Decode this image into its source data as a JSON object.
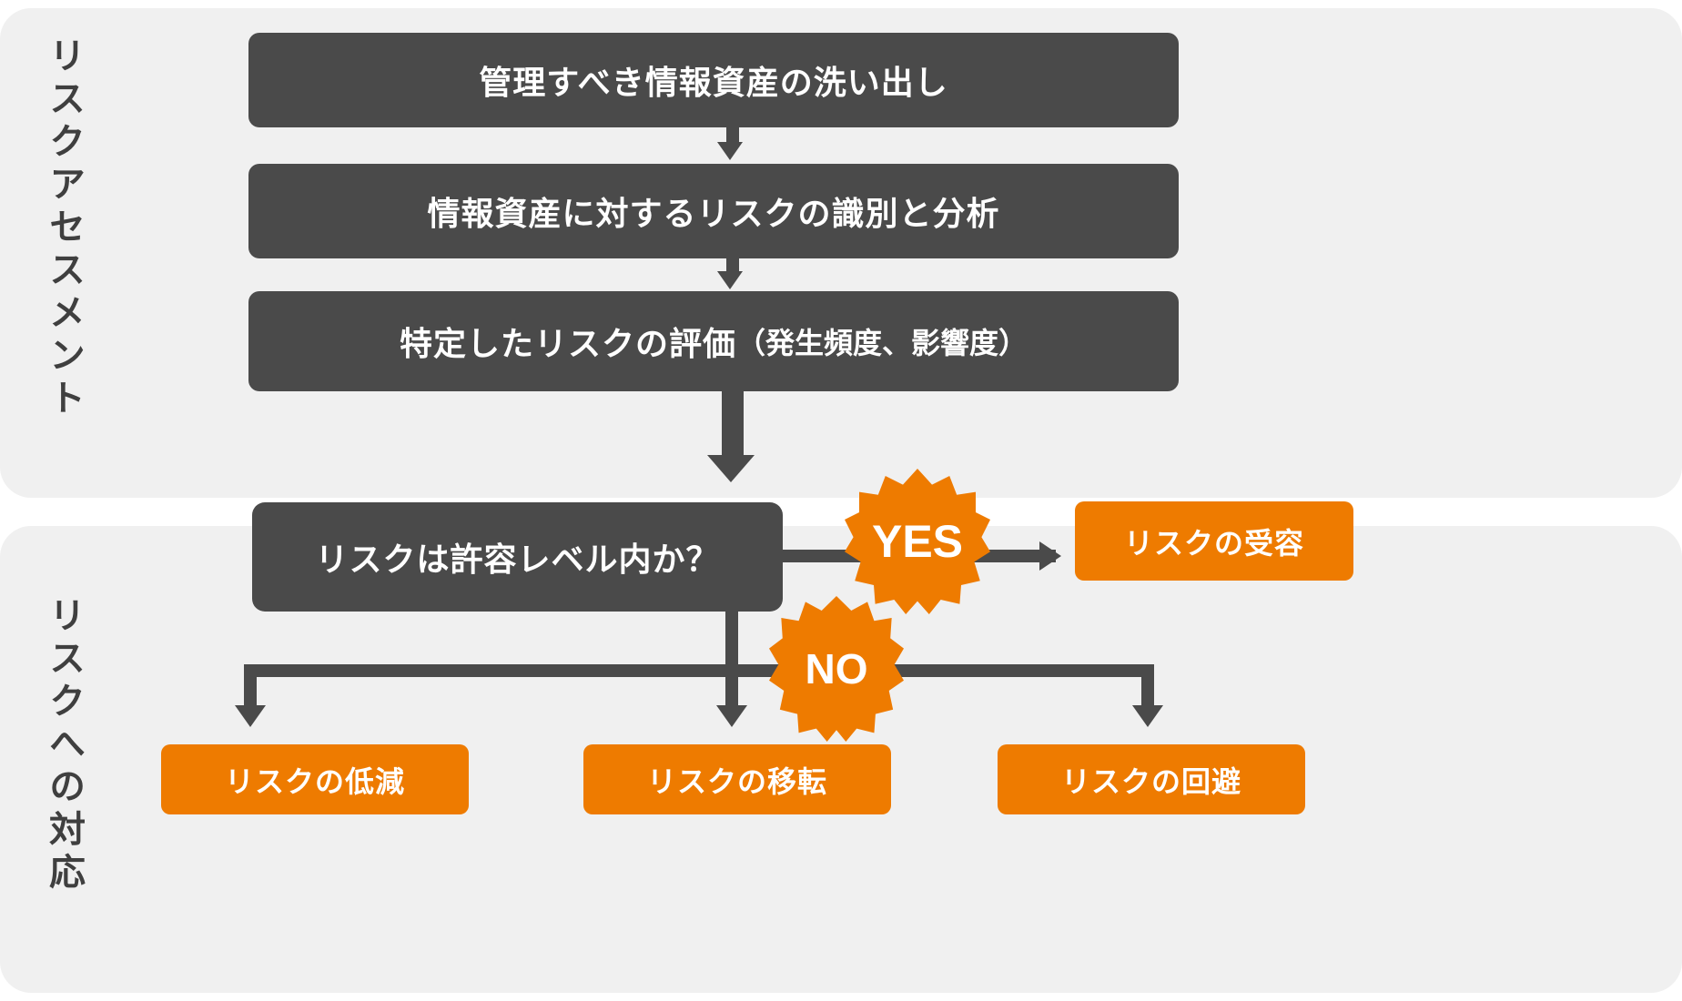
{
  "diagram": {
    "title_visible": false,
    "colors": {
      "panel_bg": "#f0f0f0",
      "process_box": "#4a4a4a",
      "accent_orange": "#ee7b00",
      "connector": "#4a4a4a",
      "page_bg": "#ffffff",
      "text_light": "#ffffff",
      "text_dark": "#3f3f3f"
    },
    "sections": [
      {
        "id": "assessment",
        "label": "リスクアセスメント"
      },
      {
        "id": "response",
        "label": "リスクへの対応"
      }
    ],
    "process_steps": [
      {
        "id": "asset",
        "label": "管理すべき情報資産の洗い出し"
      },
      {
        "id": "identify",
        "label": "情報資産に対するリスクの識別と分析"
      },
      {
        "id": "evaluate",
        "label": "特定したリスクの評価",
        "sub_label": "（発生頻度、影響度）"
      }
    ],
    "decision": {
      "id": "tolerance",
      "label": "リスクは許容レベル内か？",
      "yes_badge": "YES",
      "no_badge": "NO"
    },
    "outcomes": [
      {
        "id": "accept",
        "label": "リスクの受容",
        "branch": "YES"
      },
      {
        "id": "reduce",
        "label": "リスクの低減",
        "branch": "NO"
      },
      {
        "id": "transfer",
        "label": "リスクの移転",
        "branch": "NO"
      },
      {
        "id": "avoid",
        "label": "リスクの回避",
        "branch": "NO"
      }
    ]
  }
}
